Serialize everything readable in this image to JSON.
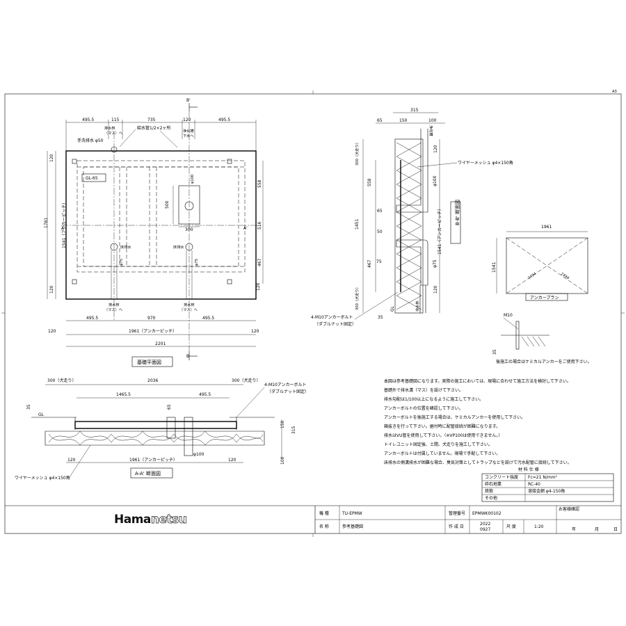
{
  "page": {
    "sheet_size": "A3"
  },
  "plan": {
    "dims_top": [
      "495.5",
      "115",
      "735",
      "120",
      "495.5"
    ],
    "drain_pipe_note": "給水管1/2×2ヶ所",
    "hand_wash_note": "手洗排水 φ50",
    "drain_basin_label": "排水桝\n（マス）へ",
    "septic_label": "浄化槽\n下水へ",
    "gl_label": "GL-65",
    "dim_100": "φ100",
    "dim_500": "500",
    "dim_300": "300",
    "floor_drain_1": "床排水",
    "floor_drain_2": "床排水",
    "phi75": "φ75",
    "left_dims": [
      "120",
      "1781",
      "1541（アンカーピッチ）",
      "120"
    ],
    "right_dims": [
      "558",
      "516",
      "467",
      "120"
    ],
    "bottom_dims_1": [
      "495.5",
      "970",
      "495.5"
    ],
    "bottom_dims_2": [
      "120",
      "1961（アンカーピッチ）",
      "120"
    ],
    "total_width": "2201",
    "section_a": "A",
    "section_a2": "A'",
    "section_b": "B'",
    "section_b2": "B",
    "drain_basin_bottom_1": "排水桝\n（マス）へ",
    "drain_basin_bottom_2": "排水桝\n（マス）へ",
    "title": "基礎平面図"
  },
  "section_aa": {
    "dims_top": [
      "300（犬走り）",
      "2036",
      "300（犬走り）"
    ],
    "dims_inner": [
      "1465.5",
      "495.5"
    ],
    "anchor_note": "4-M10アンカーボルト",
    "anchor_note2": "（ダブルナット固定）",
    "gl": "GL",
    "left_35": "35",
    "dim_65": "65",
    "right_dims": [
      "150",
      "315",
      "100"
    ],
    "bottom_dims": [
      "120",
      "1961（アンカーピッチ）",
      "120"
    ],
    "phi100": "φ100",
    "mesh_note": "ワイヤーメッシュ φ4×150角",
    "title": "A-A' 断面図"
  },
  "section_bb": {
    "dims_top": [
      "315",
      "65",
      "150",
      "100"
    ],
    "left_dims": [
      "300（犬走り）",
      "558",
      "1451",
      "65",
      "50",
      "467",
      "75",
      "300（犬走り）"
    ],
    "right_dims": [
      "120",
      "1541（アンカーピッチ）",
      "120"
    ],
    "mesh_note": "ワイヤーメッシュ φ4×150角",
    "anchor_note": "4-M10アンカーボルト",
    "anchor_note2": "（ダブルナット固定）",
    "dim_35": "35",
    "gl": "GL",
    "septic": "浄化槽\n下水へ",
    "drain": "排水桝\n下水へ",
    "phi100": "φ100",
    "phi75": "φ75",
    "title": "B-B' 断面図"
  },
  "anchor_plan": {
    "width": "1961",
    "height": "1541",
    "diag1": "2494",
    "diag2": "2494",
    "title": "アンカープラン"
  },
  "detail": {
    "m10": "M10",
    "dim35": "35",
    "note": "後施工の場合はケミカルアンカーをご使用下さい。"
  },
  "notes": [
    "本図は参考基礎図になります。実際の施工においては、現場に合わせて施工方法を検討して下さい。",
    "基礎外で排水溝（マス）を設けて下さい。",
    "排水勾配は1/100以上になるように施工して下さい。",
    "アンカーボルトの位置を確認して下さい。",
    "アンカーボルトを後施工する場合は、ケミカルアンカーを使用して下さい。",
    "箱抜きを行って下さい。据付時に配管接続が困難になります。",
    "排水はVU管を使用して下さい。（※VP100は使用できません。）",
    "トイレユニット固定後、土間、犬走りを施工して下さい。",
    "アンカーボルトは付属していません。現場で手配して下さい。",
    "床排水の側溝排水が困難な場合、臭気対策としてトラップなどを設けて汚水配管に接続して下さい。"
  ],
  "materials": {
    "header": "材 料 仕 様",
    "rows": [
      {
        "label": "コンクリート強度",
        "value": "Fc=21 N/mm²"
      },
      {
        "label": "砕石地業",
        "value": "RC-40"
      },
      {
        "label": "鉄筋",
        "value": "溶接金網 φ4-150角"
      },
      {
        "label": "その他",
        "value": ""
      }
    ]
  },
  "title_block": {
    "logo_a": "Hama",
    "logo_b": "netsu",
    "model_label": "機 種",
    "model_value": "TU-EPMW",
    "mgmt_label": "管理番号",
    "mgmt_value": "EPMWK00102",
    "name_label": "名 称",
    "name_value": "参考基礎図",
    "date_label": "作 成 日",
    "date_value_1": "2022",
    "date_value_2": "0927",
    "scale_label": "尺 度",
    "scale_value": "1:20",
    "confirm_label": "お客様確認",
    "year": "年",
    "month": "月",
    "day": "日"
  }
}
